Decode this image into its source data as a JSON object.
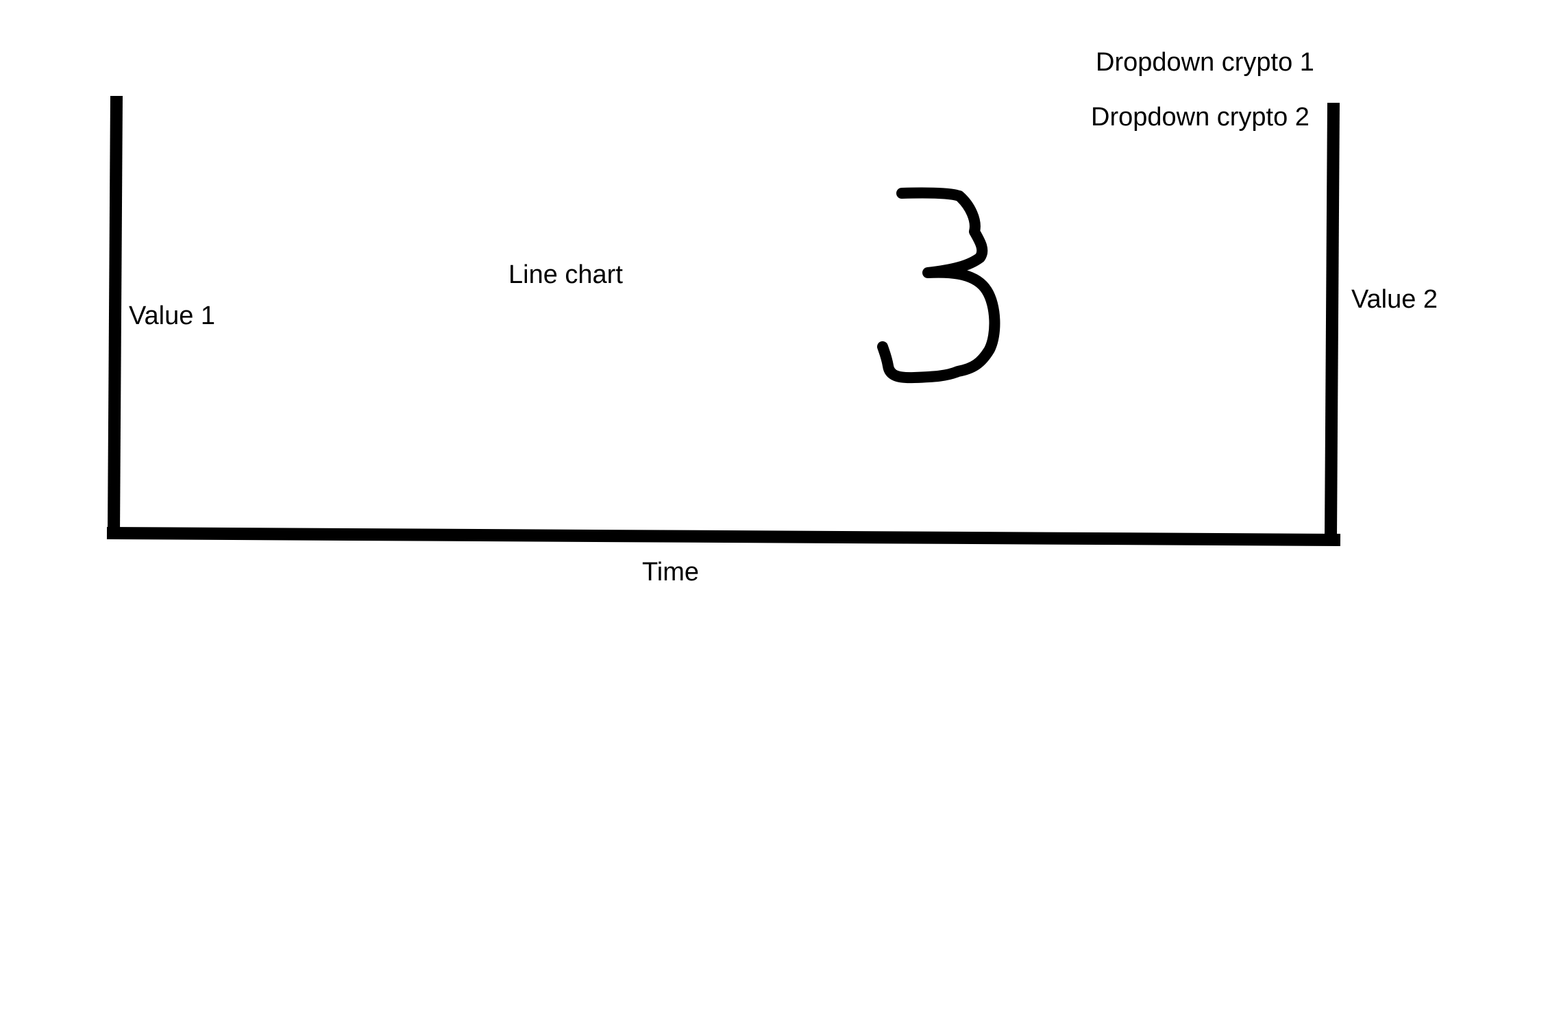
{
  "labels": {
    "left_axis": "Value 1",
    "right_axis": "Value 2",
    "bottom_axis": "Time",
    "chart_area": "Line chart",
    "step_number": "3"
  },
  "dropdowns": {
    "crypto_1": "Dropdown crypto 1",
    "crypto_2": "Dropdown crypto 2"
  },
  "colors": {
    "ink": "#000000",
    "background": "#ffffff"
  }
}
